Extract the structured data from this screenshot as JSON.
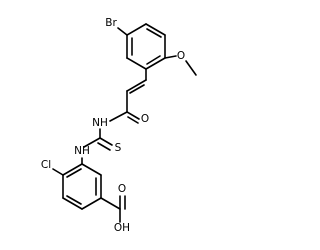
{
  "molecule": {
    "atoms": {
      "br": "Br",
      "o_methoxy": "O",
      "nh_amide": "NH",
      "o_amide": "O",
      "s": "S",
      "nh_aryl": "NH",
      "cl": "Cl",
      "o_carbonyl": "O",
      "oh": "OH"
    }
  }
}
